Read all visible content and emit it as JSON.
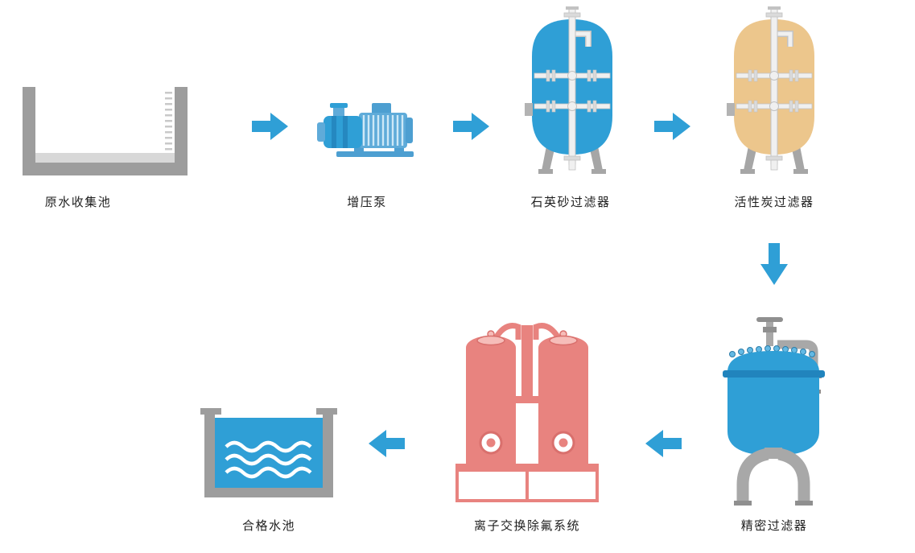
{
  "diagram": {
    "type": "process-flow",
    "subject": "water-treatment-process",
    "nodes": [
      {
        "id": "raw-water-pool",
        "label": "原水收集池"
      },
      {
        "id": "booster-pump",
        "label": "增压泵"
      },
      {
        "id": "quartz-sand-filter",
        "label": "石英砂过滤器"
      },
      {
        "id": "activated-carbon-filter",
        "label": "活性炭过滤器"
      },
      {
        "id": "precision-filter",
        "label": "精密过滤器"
      },
      {
        "id": "ion-exchange-defluoridation-system",
        "label": "离子交换除氟系统"
      },
      {
        "id": "qualified-water-pool",
        "label": "合格水池"
      }
    ],
    "connections": [
      {
        "from": "原水收集池",
        "to": "增压泵",
        "direction": "right"
      },
      {
        "from": "增压泵",
        "to": "石英砂过滤器",
        "direction": "right"
      },
      {
        "from": "石英砂过滤器",
        "to": "活性炭过滤器",
        "direction": "right"
      },
      {
        "from": "活性炭过滤器",
        "to": "精密过滤器",
        "direction": "down"
      },
      {
        "from": "精密过滤器",
        "to": "离子交换除氟系统",
        "direction": "left"
      },
      {
        "from": "离子交换除氟系统",
        "to": "合格水池",
        "direction": "left"
      }
    ],
    "colors": {
      "arrow": "#2f9fd6",
      "tank_blue": "#2f9fd6",
      "tank_blue_dark": "#2184bd",
      "tank_tan": "#ecc68c",
      "tank_pink": "#e8837f",
      "structure_gray": "#9d9d9d",
      "pipe_light": "#f0f0f0",
      "water_wave": "#ffffff",
      "background": "#ffffff"
    }
  }
}
